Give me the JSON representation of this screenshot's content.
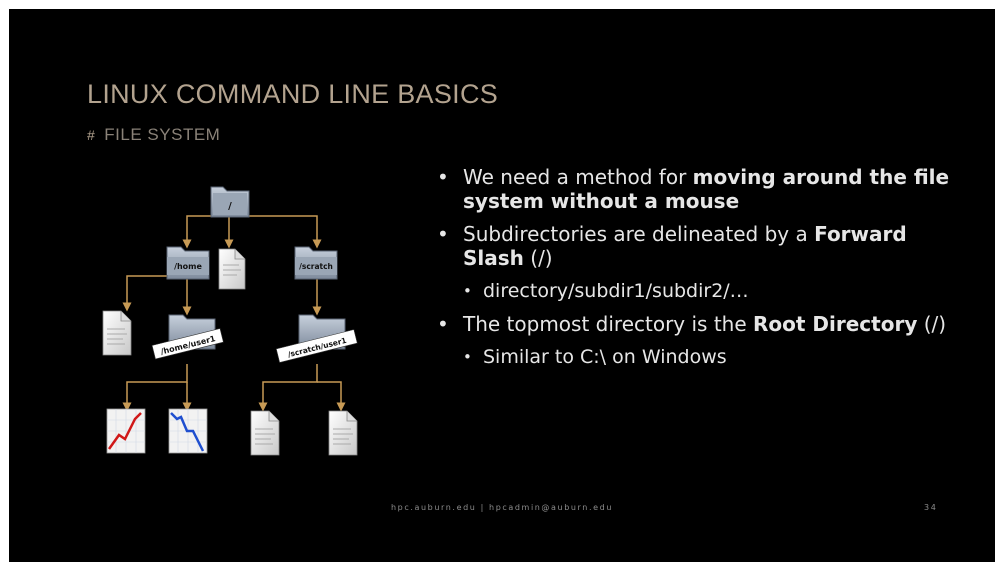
{
  "slide": {
    "title": "LINUX COMMAND LINE BASICS",
    "subtitle_marker": "#",
    "subtitle": "FILE SYSTEM",
    "footer": "hpc.auburn.edu | hpcadmin@auburn.edu",
    "page_number": "34"
  },
  "diagram": {
    "root_label": "/",
    "home_label": "/home",
    "scratch_label": "/scratch",
    "home_user_label": "/home/user1",
    "scratch_user_label": "/scratch/user1"
  },
  "bullets": {
    "b1_pre": "We need a method for ",
    "b1_bold": "moving around the file system without a mouse",
    "b2_pre": "Subdirectories are delineated by a ",
    "b2_bold": "Forward Slash",
    "b2_post": " (/)",
    "b2_sub": "directory/subdir1/subdir2/…",
    "b3_pre": "The topmost directory is the ",
    "b3_bold": "Root Directory",
    "b3_post": " (/)",
    "b3_sub": "Similar to C:\\ on Windows"
  },
  "colors": {
    "title": "#b3a38f",
    "connector": "#c79a55",
    "background": "#000000"
  }
}
